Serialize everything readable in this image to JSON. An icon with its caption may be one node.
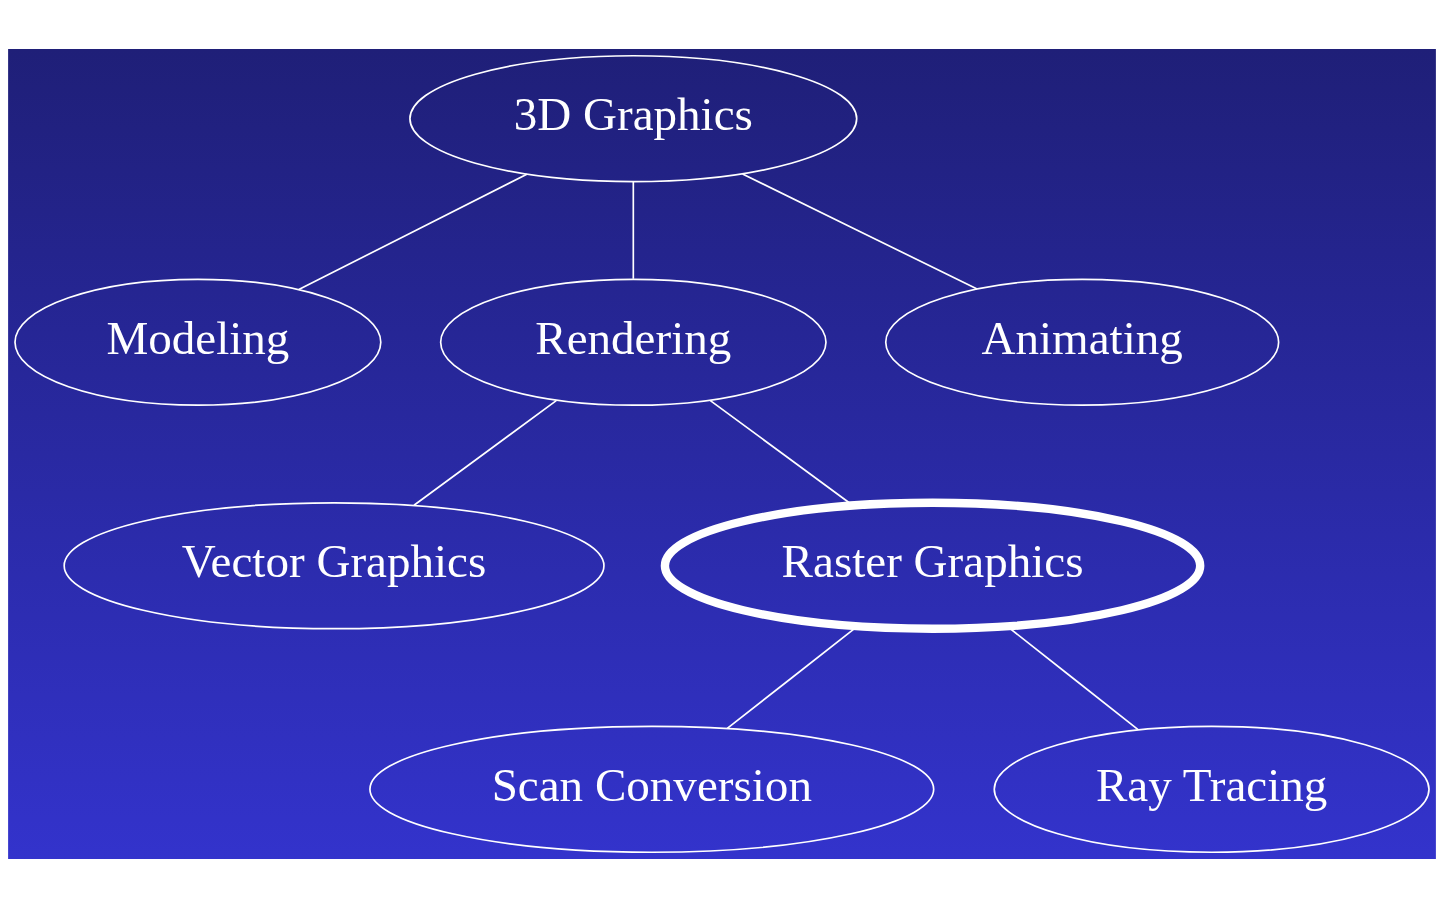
{
  "diagram": {
    "nodes": [
      {
        "text": [
          "3D Graphics"
        ]
      },
      {
        "text": [
          "Modeling"
        ]
      },
      {
        "text": [
          "Rendering"
        ]
      },
      {
        "text": [
          "Animating"
        ]
      },
      {
        "text": [
          "Vector Graphics"
        ]
      },
      {
        "text": [
          "Raster Graphics"
        ]
      },
      {
        "text": [
          "Scan Conversion"
        ]
      },
      {
        "text": [
          "Ray Tracing"
        ]
      }
    ],
    "edges": [
      {
        "from": 0,
        "to": 1,
        "arrow": "none"
      },
      {
        "from": 0,
        "to": 2,
        "arrow": "none"
      },
      {
        "from": 0,
        "to": 3,
        "arrow": "none"
      },
      {
        "from": 2,
        "to": 4,
        "arrow": "none"
      },
      {
        "from": 2,
        "to": 5,
        "arrow": "none"
      },
      {
        "from": 5,
        "to": 6,
        "arrow": "none"
      },
      {
        "from": 5,
        "to": 7,
        "arrow": "none"
      }
    ]
  }
}
